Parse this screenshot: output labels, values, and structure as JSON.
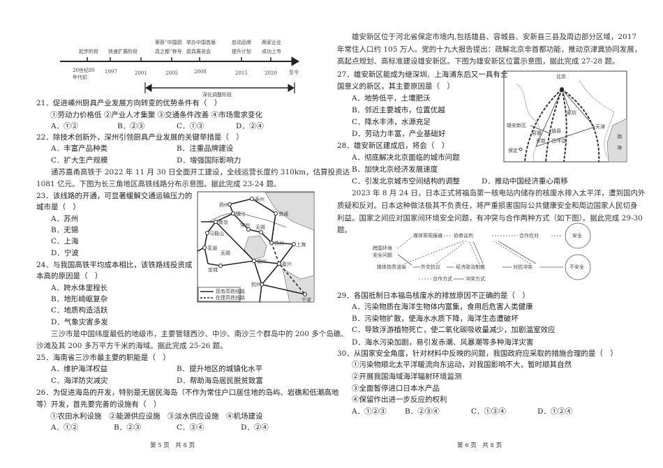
{
  "page5": {
    "timeline": {
      "stages": [
        "起步阶段",
        "快速扩展阶段",
        "荣获“中国厨",
        "具之都”称号",
        "举办中国首届",
        "厨具展览会",
        "启动品牌",
        "提升计划",
        "两家企业",
        "成功上市"
      ],
      "years": [
        "20世纪80",
        "年代初",
        "1997",
        "2001",
        "2005",
        "2008",
        "2015",
        "2020",
        "至今"
      ],
      "deep_stage": "深化调整阶段"
    },
    "q21": {
      "stem": "21．促进嵊州厨具产业发展方向转变的优势条件有（　）",
      "items": "①劳动力价格低 ②产业人才集聚 ③交通条件改善 ④市场需求变化",
      "options": [
        "A．①②",
        "B．②③",
        "C．①③",
        "D．②④"
      ]
    },
    "q22": {
      "stem": "22．除技术创新外，深州引领厨具产业发展的关键举措是（　）",
      "options": [
        "A．丰富产品种类",
        "B．注重品牌建设",
        "C．扩大生产规模",
        "D．增强国际影响力"
      ]
    },
    "passage_23_24": [
      "通苏嘉甬高铁于 2022 年 11 月 30 日全面开工建设，全线运营长度约 310km，估算投资达",
      "1081 亿元。下图为长三角地区高铁线路分布示意图。据此完成 23-24 题。"
    ],
    "q23": {
      "stem": [
        "23．该线路的开通，可显著缓解交通运输压力的",
        "城市是（　）"
      ],
      "options": [
        "A．苏州",
        "B．无锡",
        "C．上海",
        "D．宁波"
      ]
    },
    "q24": {
      "stem": [
        "24．与我国高铁平均成本相比，该铁路线投资成",
        "本高的原因是（　）"
      ],
      "options": [
        "A．跨水体里程长",
        "B．地形崎岖复杂",
        "C．地质构造活跃",
        "D．气象灾害多发"
      ]
    },
    "map1": {
      "cities": [
        "扬州",
        "泰州",
        "镇江",
        "南通",
        "南京",
        "常州",
        "无锡",
        "马鞍山",
        "苏州",
        "上海",
        "芜湖",
        "无锡",
        "宣城",
        "湖州",
        "嘉兴",
        "杭州",
        "宁波"
      ],
      "legend": [
        "现有高铁线路",
        "在建高铁线路"
      ]
    },
    "passage_25_26": [
      "三沙市是中国纬度最低的地级市，主要管辖西沙、中沙、南沙三个群岛中的 200 多个岛礁、",
      "沙滩及其 200 多万平方千米的海域。据此完成 25-26 题。"
    ],
    "q25": {
      "stem": "25．海南省三沙市最主要的职能是（　）",
      "options": [
        "A．维护海洋权益",
        "B．提升地区的城镇化水平",
        "C．海洋防灾减灾",
        "D．帮助海岛居民脱贫致富"
      ]
    },
    "q26": {
      "stem": [
        "26．为促进海岛的开发，特别是无居民海岛（不作为常住户口居住地的岛屿、岩礁和低潮高地",
        "等）开发，首先要完善的设施有（　）"
      ],
      "items": "①农田水利设施　②能源供应设施　③淡水供应设施　④机场建设",
      "options": [
        "A．①②",
        "B．②③",
        "C．③④",
        "D．②④"
      ]
    },
    "footer": "第 5 页　共 8 页"
  },
  "page6": {
    "passage_27_28": [
      "雄安新区位于河北省保定市境内,包括雄县、容城县、安新县三县及周边部分区域，2017",
      "年常住人口约 105 万人。党的十九大报告提出：疏解北京非首都功能，推动京津冀协同发展，",
      "高起点规划、高标准建设雄安新区。下图为雄安新区位置示意图，据此完成 27-28 题。"
    ],
    "q27": {
      "stem": [
        "27．雄安新区能成为继深圳、上海浦东后又一具有全",
        "国意义的新区，其主要原因是（　）"
      ],
      "options": [
        "A．地势低平，土壤肥沃",
        "B．邻近主要城市，位置优越",
        "C．降水丰沛，水源充足",
        "D．劳动力丰富，产业基础好"
      ]
    },
    "q28": {
      "stem": "28．雄安新区建成后，将会（　）",
      "options": [
        "A．彻底解决北京面临的城市问题",
        "B．加快北京经济发展速度",
        "C．引发北京城市空间结构的调整",
        "D．推动中国经济重心南移"
      ]
    },
    "map2": {
      "labels": [
        "北京",
        "廊坊",
        "天津",
        "雄安新区",
        "雄县",
        "容城",
        "安新",
        "白洋淀",
        "保定",
        "渤",
        "海"
      ]
    },
    "passage_29_30": [
      "2023 年 8 月 24 日，日本正式将福岛第一核电站内储存的核废水排入太平洋，遭到国内外",
      "质疑和反对。日本这种做法极其不负责任，将严重损害国际公共健康安全和周边国家人民切身",
      "利益。国家之间应对国家间环境安全问题，有冲突与合作两种方式（如下图）。据此完成 29-30",
      "题。"
    ],
    "diagram": {
      "nodes": [
        "跨国环境",
        "安全问题",
        "媒体客观报道",
        "协商谈判",
        "合作应对",
        "安全",
        "媒体指责渲染",
        "外交抗议",
        "经济政治制裁",
        "对抗冲突",
        "不安全"
      ],
      "legend": [
        "合作方式",
        "冲突方式"
      ]
    },
    "q29": {
      "stem": "29．各国抵制日本福岛核废水的排放原因不正确的是（　）",
      "options": [
        "A．污染物质在海洋生物体内富集，食用后危害人类健康",
        "B．污染物扩散，使海水水质下降，海洋生态遭破坏",
        "C．导致浮游植物死亡，使二氧化碳吸收量减少，加剧温室效应",
        "D．海水污染加剧，易引发赤潮、风暴潮等多种海洋灾害"
      ]
    },
    "q30": {
      "stem": "30．从国家安全角度，针对材料中反映的问题，我国政府应采取的措施合理的是（　）",
      "items": [
        "①污染物顺北太平洋暖流向东运动，对我国影响不大，暂时顺其自然",
        "②开展我国海域海洋辐射环境监测",
        "③全面暂停进口日本水产品",
        "④保留作出进一步反应的权利"
      ],
      "options": [
        "A．①②③",
        "B．②③④",
        "C．①③④",
        "D．①②④"
      ]
    },
    "footer": "第 6 页　共 8 页"
  }
}
